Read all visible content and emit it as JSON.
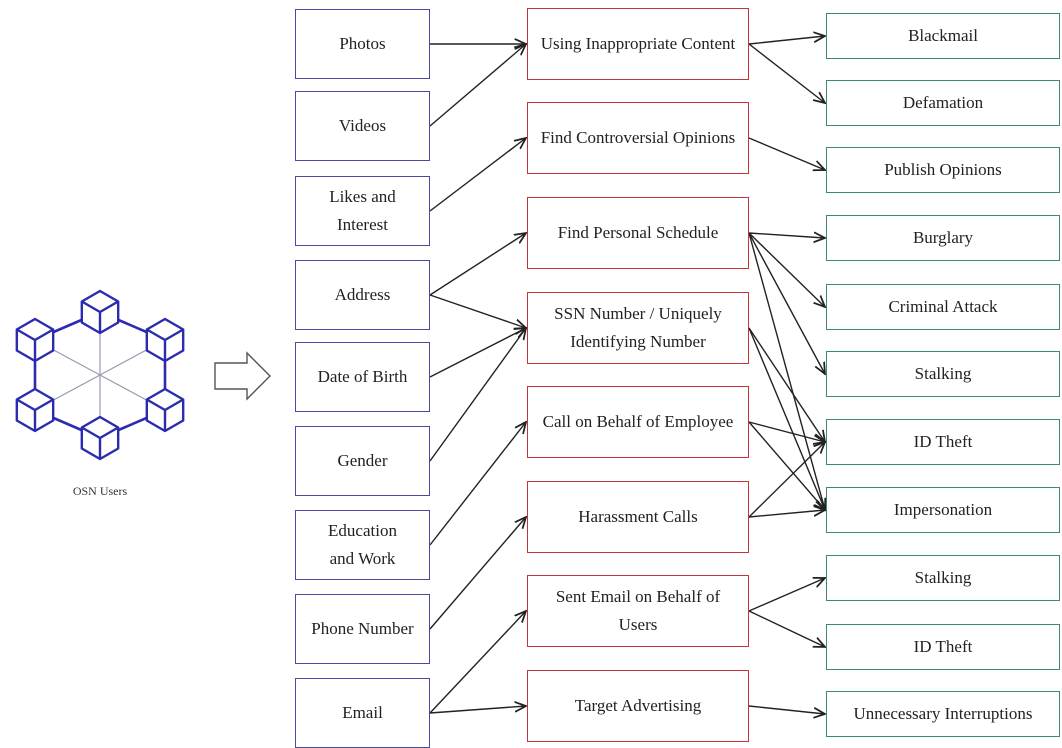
{
  "osn_label": "OSN Users",
  "sources": [
    "Photos",
    "Videos",
    "Likes and Interest",
    "Address",
    "Date of Birth",
    "Gender",
    "Education and Work",
    "Phone Number",
    "Email"
  ],
  "actions": [
    "Using Inappropriate Content",
    "Find Controversial Opinions",
    "Find Personal Schedule",
    "SSN Number / Uniquely Identifying Number",
    "Call on Behalf of Employee",
    "Harassment Calls",
    "Sent Email on Behalf of Users",
    "Target Advertising"
  ],
  "outcomes": [
    "Blackmail",
    "Defamation",
    "Publish Opinions",
    "Burglary",
    "Criminal Attack",
    "Stalking",
    "ID Theft",
    "Impersonation",
    "Stalking",
    "ID Theft",
    "Unnecessary Interruptions"
  ],
  "links_source_to_action": [
    [
      0,
      0
    ],
    [
      1,
      0
    ],
    [
      2,
      1
    ],
    [
      3,
      2
    ],
    [
      3,
      3
    ],
    [
      4,
      3
    ],
    [
      5,
      3
    ],
    [
      6,
      4
    ],
    [
      7,
      5
    ],
    [
      8,
      6
    ],
    [
      8,
      7
    ]
  ],
  "links_action_to_outcome": [
    [
      0,
      0
    ],
    [
      0,
      1
    ],
    [
      1,
      2
    ],
    [
      2,
      3
    ],
    [
      2,
      4
    ],
    [
      2,
      5
    ],
    [
      2,
      7
    ],
    [
      3,
      6
    ],
    [
      3,
      7
    ],
    [
      4,
      6
    ],
    [
      4,
      7
    ],
    [
      5,
      6
    ],
    [
      5,
      7
    ],
    [
      6,
      8
    ],
    [
      6,
      9
    ],
    [
      7,
      10
    ]
  ],
  "colors": {
    "source_border": "#4a4aa6",
    "action_border": "#c8333a",
    "outcome_border": "#3f8a6b",
    "arrow": "#222222",
    "network_icon": "#2b2bb0"
  }
}
